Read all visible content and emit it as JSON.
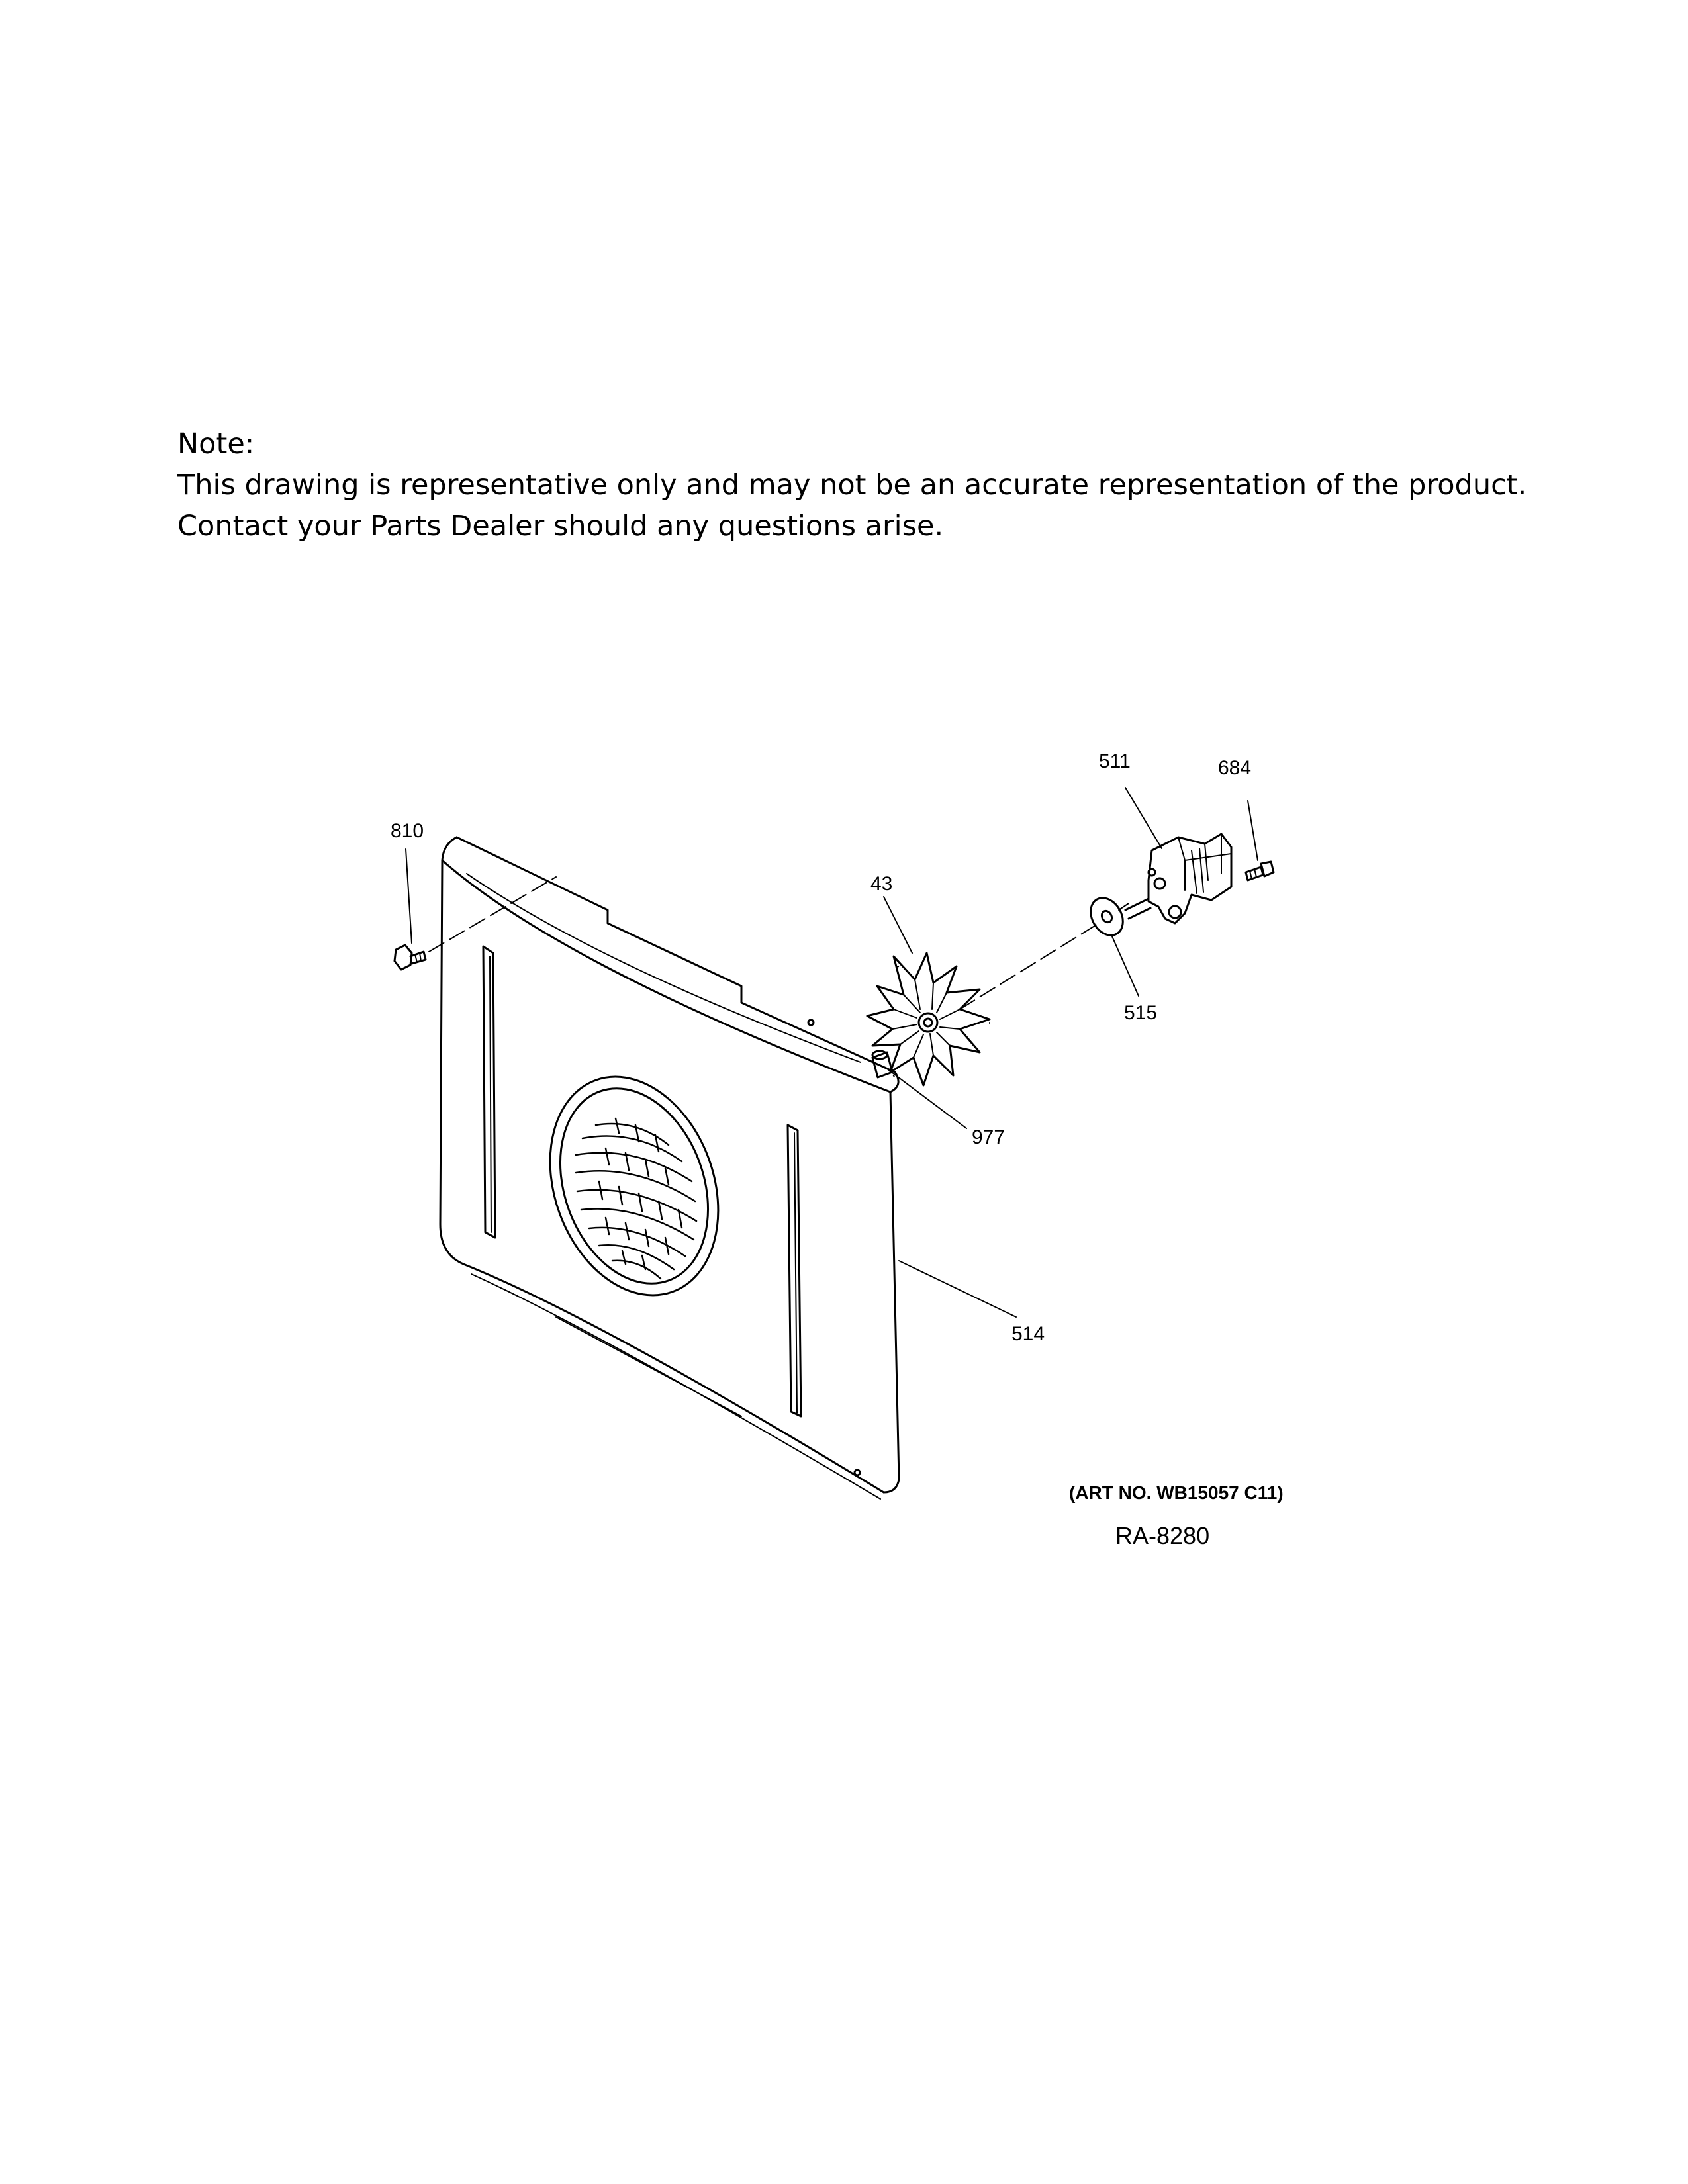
{
  "note": {
    "heading": "Note:",
    "line1": "This drawing is representative only and may not be an accurate representation of the product.",
    "line2": "Contact your Parts Dealer should any questions arise."
  },
  "callouts": {
    "c810": "810",
    "c43": "43",
    "c511": "511",
    "c684": "684",
    "c515": "515",
    "c977": "977",
    "c514": "514"
  },
  "art_number": "(ART NO. WB15057 C11)",
  "ra_number": "RA-8280",
  "colors": {
    "line": "#000000",
    "background": "#ffffff"
  }
}
